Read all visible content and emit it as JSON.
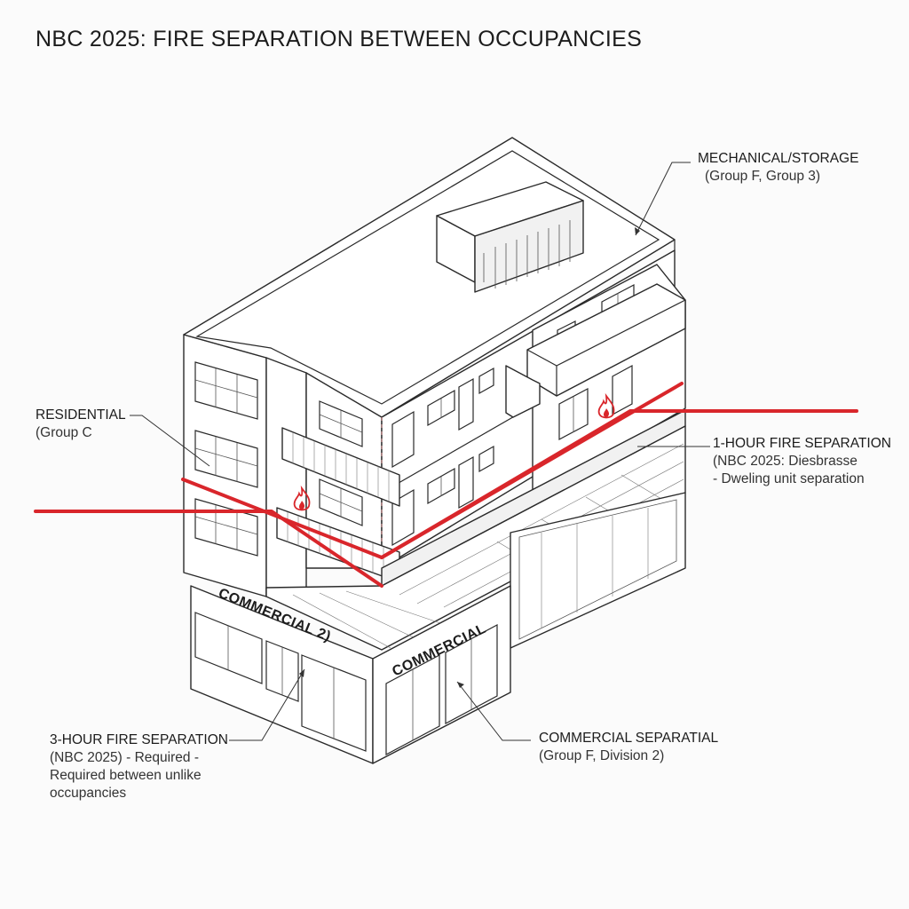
{
  "title": "NBC 2025: FIRE SEPARATION BETWEEN OCCUPANCIES",
  "colors": {
    "separation": "#d9262b",
    "line": "#2a2a2a",
    "background": "#fbfbfb"
  },
  "icons": [
    "fire-icon"
  ],
  "labels": {
    "mechanical": {
      "title": "MECHANICAL/STORAGE",
      "sub": "(Group F, Group 3)"
    },
    "residential": {
      "title": "RESIDENTIAL",
      "sub": "(Group C"
    },
    "one_hour": {
      "title": "1-HOUR FIRE SEPARATION",
      "line2": "(NBC 2025: Diesbrasse",
      "line3": "- Dweling unit separation"
    },
    "three_hour": {
      "title": "3-HOUR FIRE SEPARATION",
      "line2": "(NBC 2025) - Required -",
      "line3": "Required between unlike",
      "line4": "occupancies"
    },
    "commercial_sep": {
      "title": "COMMERCIAL SEPARATIAL",
      "sub": "(Group F, Division 2)"
    }
  },
  "signs": {
    "front": "COMMERCIAL 2)",
    "side": "COMMERCIAL"
  }
}
